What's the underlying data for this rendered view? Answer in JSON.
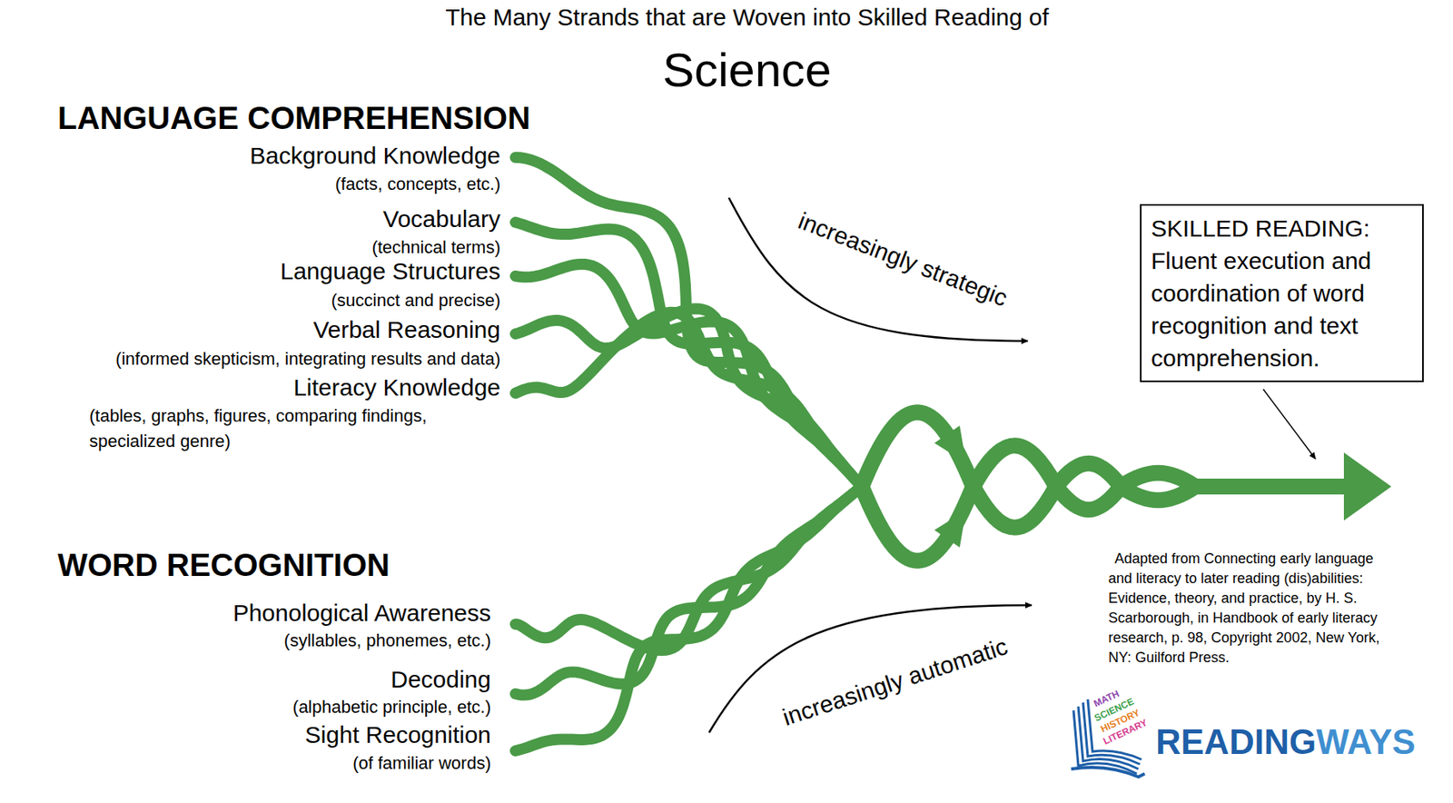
{
  "diagram": {
    "title": "The Many Strands that are Woven into Skilled Reading of",
    "nodes": [
      {
        "text": [
          "SKILLED READING: Fluent execution and coordination of word recognition and text comprehension."
        ]
      }
    ],
    "labels": [
      "Science",
      "LANGUAGE COMPREHENSION",
      "Background Knowledge",
      "(facts, concepts, etc.)",
      "Vocabulary",
      "(technical terms)",
      "Language Structures",
      "(succinct and precise)",
      "Verbal Reasoning",
      "(informed skepticism, integrating results and data)",
      "Literacy Knowledge",
      "(tables, graphs, figures, comparing findings, specialized genre)",
      "WORD RECOGNITION",
      "Phonological Awareness",
      "(syllables, phonemes, etc.)",
      "Decoding",
      "(alphabetic principle, etc.)",
      "Sight Recognition",
      "(of familiar words)",
      "increasingly strategic",
      "increasingly automatic",
      "Adapted from Connecting early language and literacy to later reading (dis)abilities: Evidence, theory, and practice, by H. S. Scarborough, in Handbook of early literacy research, p. 98, Copyright 2002, New York, NY: Guilford Press.",
      "MATH",
      "SCIENCE",
      "HISTORY",
      "LITERARY",
      "READING",
      "WAYS"
    ]
  }
}
